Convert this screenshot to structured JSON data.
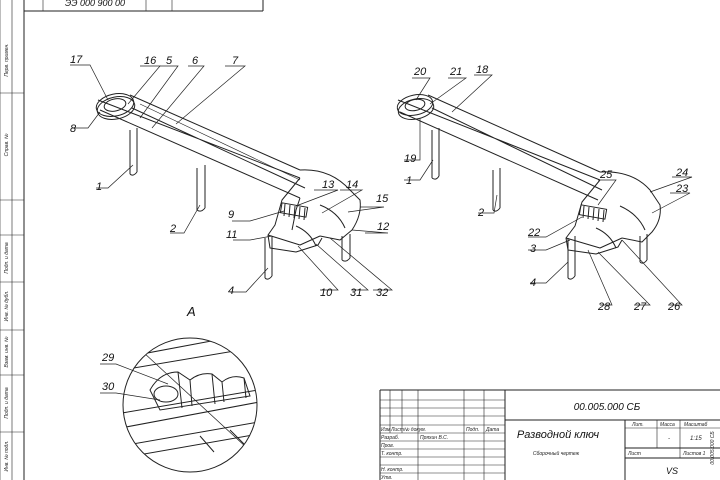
{
  "top_stamp": {
    "code": "ЭЭ 000 900 00"
  },
  "callouts_left": [
    "17",
    "16",
    "5",
    "6",
    "7",
    "8",
    "1",
    "2",
    "13",
    "14",
    "15",
    "9",
    "12",
    "11",
    "10",
    "31",
    "32",
    "4"
  ],
  "callouts_right": [
    "20",
    "21",
    "18",
    "19",
    "1",
    "2",
    "25",
    "24",
    "23",
    "22",
    "3",
    "4",
    "28",
    "27",
    "26"
  ],
  "detail": {
    "label": "А",
    "callouts": [
      "29",
      "30"
    ]
  },
  "side_strip": [
    "Перв. примен.",
    "Справ. №",
    "Подп. и дата",
    "Инв. № дубл.",
    "Взам. инв. №",
    "Подп. и дата",
    "Инв. № подл."
  ],
  "title_block": {
    "doc_code": "00.005.000 СБ",
    "title": "Разводной ключ",
    "subtitle": "Сборочный чертеж",
    "col_headers": [
      "Изм",
      "Лист",
      "№ докум.",
      "Подп.",
      "Дата"
    ],
    "rows": [
      {
        "role": "Разраб.",
        "name": "Пряхин В.С."
      },
      {
        "role": "Пров.",
        "name": ""
      },
      {
        "role": "Т. контр.",
        "name": ""
      },
      {
        "role": "",
        "name": ""
      },
      {
        "role": "Н. контр.",
        "name": ""
      },
      {
        "role": "Утв.",
        "name": ""
      }
    ],
    "lit_label": "Лит.",
    "mass_label": "Масса",
    "scale_label": "Масштаб",
    "mass_value": "-",
    "scale_value": "1:15",
    "sheet_label": "Лист",
    "sheets_label": "Листов 1",
    "org": "VS",
    "vertical_code": "00.005.000 СБ"
  }
}
